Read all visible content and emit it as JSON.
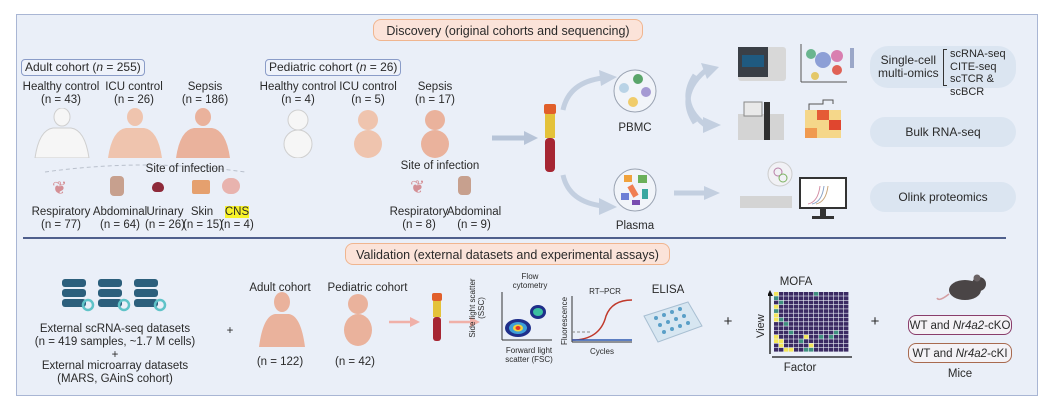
{
  "discovery": {
    "title": "Discovery (original cohorts and sequencing)",
    "adult_cohort": {
      "label_prefix": "Adult cohort (",
      "label_n": "n",
      "label_suffix": " = 255)",
      "groups": [
        {
          "name": "Healthy control",
          "n": "(n = 43)"
        },
        {
          "name": "ICU control",
          "n": "(n = 26)"
        },
        {
          "name": "Sepsis",
          "n": "(n = 186)"
        }
      ],
      "site_of_infection_label": "Site of infection",
      "sites": [
        {
          "name": "Respiratory",
          "n": "(n = 77)",
          "icon": "lungs-icon"
        },
        {
          "name": "Abdominal",
          "n": "(n = 64)",
          "icon": "intestine-icon"
        },
        {
          "name": "Urinary",
          "n": "(n = 26)",
          "icon": "kidney-icon"
        },
        {
          "name": "Skin",
          "n": "(n = 15)",
          "icon": "skin-icon"
        },
        {
          "name": "CNS",
          "n": "(n = 4)",
          "icon": "brain-icon",
          "highlighted": true
        }
      ]
    },
    "pediatric_cohort": {
      "label_prefix": "Pediatric cohort (",
      "label_n": "n",
      "label_suffix": " = 26)",
      "groups": [
        {
          "name": "Healthy control",
          "n": "(n = 4)"
        },
        {
          "name": "ICU control",
          "n": "(n = 5)"
        },
        {
          "name": "Sepsis",
          "n": "(n = 17)"
        }
      ],
      "site_of_infection_label": "Site of infection",
      "sites": [
        {
          "name": "Respiratory",
          "n": "(n = 8)",
          "icon": "lungs-icon"
        },
        {
          "name": "Abdominal",
          "n": "(n = 9)",
          "icon": "intestine-icon"
        }
      ]
    },
    "samples": {
      "pbmc": "PBMC",
      "plasma": "Plasma"
    },
    "assays": {
      "single_cell_label_1": "Single-cell",
      "single_cell_label_2": "multi-omics",
      "single_cell_items": [
        "scRNA-seq",
        "CITE-seq",
        "scTCR & scBCR"
      ],
      "bulk": "Bulk RNA-seq",
      "olink": "Olink proteomics"
    }
  },
  "validation": {
    "title": "Validation (external datasets and experimental assays)",
    "external": {
      "line1": "External scRNA-seq datasets",
      "line2": "(n = 419 samples, ~1.7 M cells)",
      "plus": "+",
      "line3": "External microarray datasets",
      "line4": "(MARS, GAinS cohort)"
    },
    "plus": "+",
    "adult_cohort": {
      "label": "Adult cohort",
      "n": "(n = 122)"
    },
    "pediatric_cohort": {
      "label": "Pediatric cohort",
      "n": "(n = 42)"
    },
    "flow": {
      "title_1": "Flow",
      "title_2": "cytometry",
      "ylabel_1": "Side light scatter",
      "ylabel_2": "(SSC)",
      "xlabel_1": "Forward light",
      "xlabel_2": "scatter (FSC)"
    },
    "rtpcr": {
      "title": "RT–PCR",
      "ylabel": "Fluorescence",
      "xlabel": "Cycles"
    },
    "elisa": {
      "title": "ELISA"
    },
    "mofa": {
      "title": "MOFA",
      "ylabel": "View",
      "xlabel": "Factor"
    },
    "mice": {
      "ko_prefix": "WT and ",
      "ko_gene": "Nr4a2",
      "ko_suffix": "-cKO",
      "ki_prefix": "WT and ",
      "ki_gene": "Nr4a2",
      "ki_suffix": "-cKI",
      "label": "Mice"
    }
  },
  "colors": {
    "panel_bg": "#eaeff8",
    "section_pill_bg": "#fbe3d9",
    "section_pill_border": "#f0b58f",
    "assay_pill_bg": "#dbe5f1",
    "cns_highlight": "#f7f22a",
    "ko_border": "#8a3d6b",
    "ki_border": "#a86a4f"
  }
}
